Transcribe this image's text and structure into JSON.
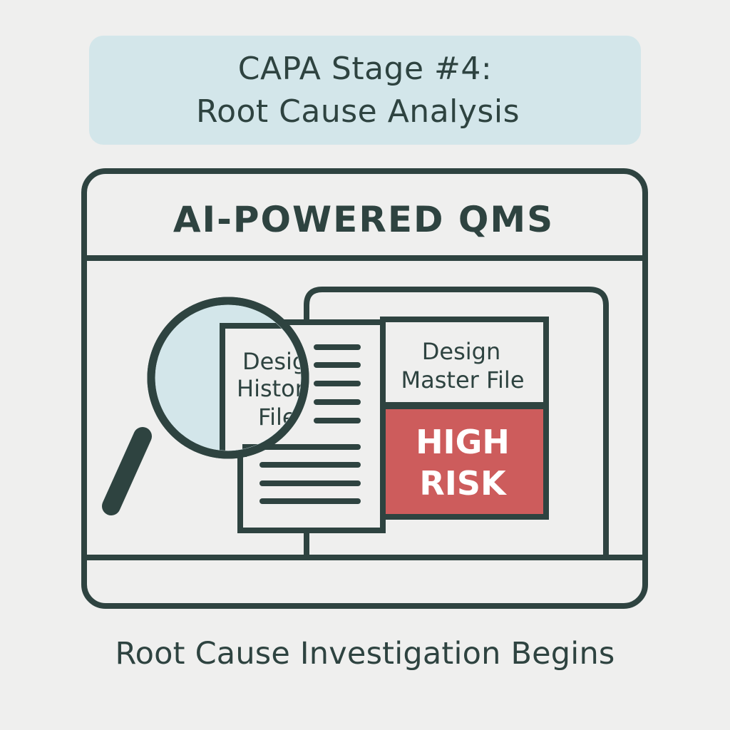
{
  "header": {
    "line1": "CAPA Stage #4:",
    "line2": "Root Cause Analysis"
  },
  "window": {
    "title": "AI-POWERED QMS"
  },
  "documents": {
    "history_file": [
      "Desig",
      "Histor",
      "File"
    ],
    "master_file": [
      "Design",
      "Master File"
    ],
    "risk_badge": [
      "HIGH",
      "RISK"
    ]
  },
  "caption": "Root Cause Investigation Begins",
  "colors": {
    "background": "#efefee",
    "ink": "#2e4340",
    "banner": "#d3e6ea",
    "lens": "#d3e6ea",
    "risk": "#cd5c5c"
  },
  "icons": {
    "magnifier": "magnifying-glass-icon",
    "document": "document-icon"
  }
}
